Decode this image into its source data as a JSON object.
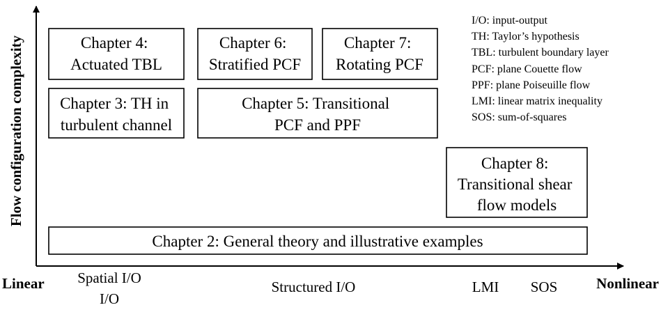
{
  "y_axis_label": "Flow configuration complexity",
  "x_axis": {
    "left_label": "Linear",
    "right_label": "Nonlinear",
    "ticks": {
      "spatial_io": "Spatial I/O",
      "io": "I/O",
      "structured_io": "Structured I/O",
      "lmi": "LMI",
      "sos": "SOS"
    }
  },
  "chapters": {
    "ch2": [
      "Chapter 2: General theory and illustrative examples"
    ],
    "ch3": [
      "Chapter 3: TH in",
      "turbulent channel"
    ],
    "ch4": [
      "Chapter 4:",
      "Actuated TBL"
    ],
    "ch5": [
      "Chapter 5: Transitional",
      "PCF and PPF"
    ],
    "ch6": [
      "Chapter 6:",
      "Stratified PCF"
    ],
    "ch7": [
      "Chapter 7:",
      "Rotating PCF"
    ],
    "ch8": [
      "Chapter 8:",
      "Transitional shear",
      "flow models"
    ]
  },
  "legend": [
    "I/O: input-output",
    "TH: Taylor’s hypothesis",
    "TBL: turbulent boundary layer",
    "PCF: plane Couette flow",
    "PPF: plane Poiseuille flow",
    "LMI: linear matrix inequality",
    "SOS: sum-of-squares"
  ]
}
